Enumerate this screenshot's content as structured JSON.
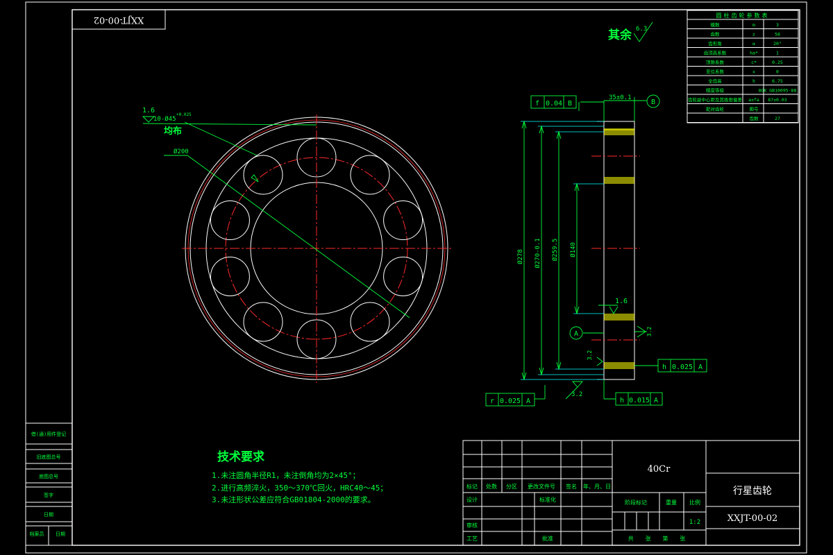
{
  "drawing_no_top": "XXJT-00-02",
  "surface_rest": {
    "label": "其余",
    "roughness": "6.3"
  },
  "param_table": {
    "title": "圆柱齿轮参数表",
    "rows": [
      [
        "模数",
        "m",
        "3"
      ],
      [
        "齿数",
        "z",
        "58"
      ],
      [
        "齿形角",
        "α",
        "20°"
      ],
      [
        "齿顶高系数",
        "ha*",
        "1"
      ],
      [
        "顶隙系数",
        "c*",
        "0.25"
      ],
      [
        "变位系数",
        "x",
        "0"
      ],
      [
        "全齿高",
        "h",
        "6.75"
      ],
      [
        "精度等级",
        "",
        "8GK GB10095-88"
      ],
      [
        "齿轮副中心距及其极限偏差",
        "a±fa",
        "87±0.03"
      ],
      [
        "配对齿轮",
        "图号",
        ""
      ],
      [
        "",
        "齿数",
        "27"
      ]
    ]
  },
  "front_view": {
    "chamfer_roughness": "1.6",
    "hole_spec": "10-Ø45",
    "hole_tol": "+0.025",
    "evenly": "均布",
    "pcd": "Ø200"
  },
  "side_view": {
    "fcf_top": [
      "f",
      "0.04",
      "B"
    ],
    "top_dim": "35±0.1",
    "datum_b": "B",
    "datum_a": "A",
    "dims": [
      "Ø278",
      "Ø270-0.1",
      "Ø259.5",
      "Ø140"
    ],
    "roughness_1": "1.6",
    "roughness_2": "3.2",
    "roughness_3": "3.2",
    "roughness_4": "3.2",
    "fcf_right": [
      "h",
      "0.025",
      "A"
    ],
    "fcf_bottom_left": [
      "r",
      "0.025",
      "A"
    ],
    "fcf_bottom_right": [
      "h",
      "0.015",
      "A"
    ]
  },
  "tech_req": {
    "title": "技术要求",
    "items": [
      "1.未注圆角半径R1，未注倒角均为2×45°；",
      "2.进行高频淬火，350～370℃回火，HRC40～45；",
      "3.未注形状公差应符合GB01804-2000的要求。"
    ]
  },
  "left_strip": [
    "借(通)用件登记",
    "旧底图总号",
    "底图总号",
    "签字",
    "日期",
    "档案员",
    "日期"
  ],
  "title_block": {
    "material": "40Cr",
    "part_name": "行星齿轮",
    "drawing_no": "XXJT-00-02",
    "scale_label": "比例",
    "scale": "1:2",
    "weight_label": "重量",
    "stage_label": "阶段标记",
    "sheets": "共  张  第  张",
    "row_labels": [
      "标记",
      "处数",
      "分区",
      "更改文件号",
      "签名",
      "年、月、日"
    ],
    "designer": "设计",
    "standardize": "标准化",
    "checker": "审核",
    "process": "工艺",
    "approve": "批准"
  }
}
